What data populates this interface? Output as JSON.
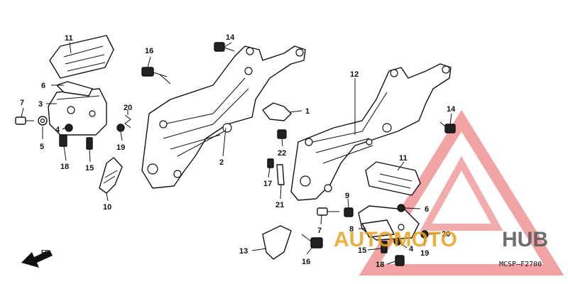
{
  "diagram": {
    "drawing_code": "MCSP–F2700",
    "direction_marker": "FR.",
    "watermark": {
      "brand_part_a": "AUTOMOTO",
      "brand_part_b": "HUB",
      "accent_color": "#e8a020",
      "logo_color": "#e85a5a"
    },
    "callouts": {
      "c1": "1",
      "c2": "2",
      "c3": "3",
      "c4a": "4",
      "c4b": "4",
      "c5": "5",
      "c6a": "6",
      "c6b": "6",
      "c7a": "7",
      "c7b": "7",
      "c8": "8",
      "c9": "9",
      "c10": "10",
      "c11a": "11",
      "c11b": "11",
      "c12": "12",
      "c13": "13",
      "c14a": "14",
      "c14b": "14",
      "c15a": "15",
      "c15b": "15",
      "c16a": "16",
      "c16b": "16",
      "c17": "17",
      "c18a": "18",
      "c18b": "18",
      "c19a": "19",
      "c19b": "19",
      "c20a": "20",
      "c20b": "20",
      "c21": "21",
      "c22": "22"
    }
  }
}
